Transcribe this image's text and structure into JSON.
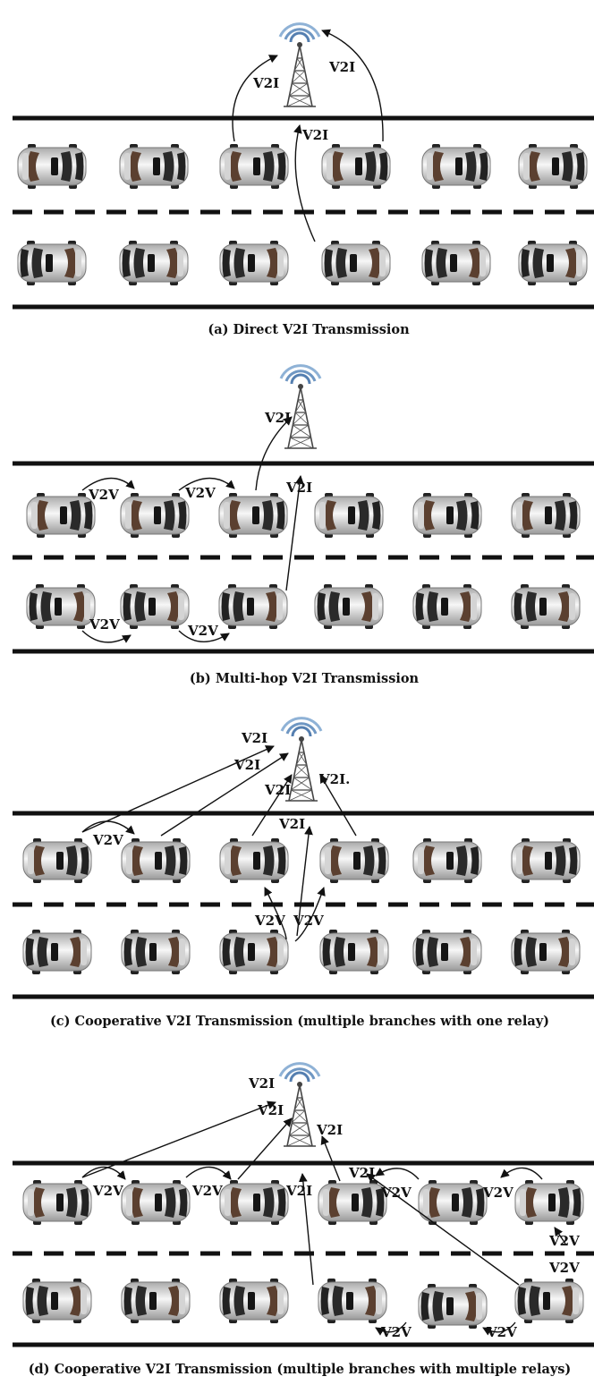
{
  "figure": {
    "panels": [
      {
        "caption": "(a) Direct V2I Transmission",
        "labels": [
          "V2I",
          "V2I",
          "V2I"
        ]
      },
      {
        "caption": "(b) Multi-hop V2I Transmission",
        "labels": [
          "V2I",
          "V2I",
          "V2V",
          "V2V",
          "V2V",
          "V2V"
        ]
      },
      {
        "caption": "(c) Cooperative V2I Transmission (multiple branches with one relay)",
        "labels": [
          "V2I",
          "V2I",
          "V2I",
          "V2I.",
          "V2I",
          "V2V",
          "V2V",
          "V2V"
        ]
      },
      {
        "caption": "(d) Cooperative V2I Transmission (multiple branches with multiple relays)",
        "labels": [
          "V2I",
          "V2I",
          "V2I",
          "V2I",
          "V2I",
          "V2V",
          "V2V",
          "V2V",
          "V2V",
          "V2V",
          "V2V",
          "V2V",
          "V2V"
        ]
      }
    ]
  }
}
